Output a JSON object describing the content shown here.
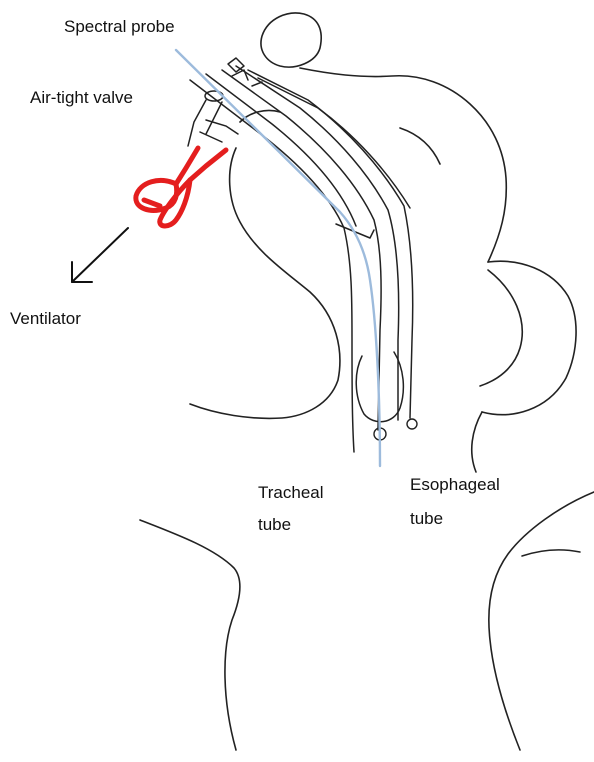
{
  "labels": {
    "spectral_probe": "Spectral probe",
    "airtight_valve": "Air-tight valve",
    "ventilator": "Ventilator",
    "tracheal_tube_line1": "Tracheal",
    "tracheal_tube_line2": "tube",
    "esophageal_tube_line1": "Esophageal",
    "esophageal_tube_line2": "tube"
  },
  "colors": {
    "outline": "#222222",
    "probe": "#9dbbdc",
    "clamp": "#e41e1e",
    "text": "#111111"
  }
}
